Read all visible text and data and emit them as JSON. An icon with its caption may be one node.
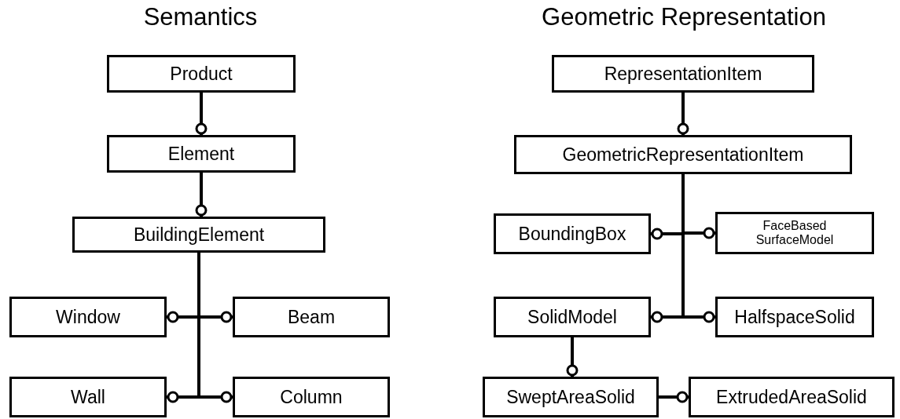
{
  "diagram": {
    "nodes": [
      {
        "text": [
          "Semantics"
        ]
      },
      {
        "text": [
          "Product"
        ]
      },
      {
        "text": [
          "Element"
        ]
      },
      {
        "text": [
          "BuildingElement"
        ]
      },
      {
        "text": [
          "Window"
        ]
      },
      {
        "text": [
          "Beam"
        ]
      },
      {
        "text": [
          "Wall"
        ]
      },
      {
        "text": [
          "Column"
        ]
      },
      {
        "text": [
          "Geometric Representation"
        ]
      },
      {
        "text": [
          "RepresentationItem"
        ]
      },
      {
        "text": [
          "GeometricRepresentationItem"
        ]
      },
      {
        "text": [
          "BoundingBox"
        ]
      },
      {
        "text": [
          "FaceBased SurfaceModel"
        ]
      },
      {
        "text": [
          "SolidModel"
        ]
      },
      {
        "text": [
          "HalfspaceSolid"
        ]
      },
      {
        "text": [
          "SweptAreaSolid"
        ]
      },
      {
        "text": [
          "ExtrudedAreaSolid"
        ]
      }
    ],
    "edges": [
      {
        "from": 1,
        "to": 2,
        "arrow": "other"
      },
      {
        "from": 2,
        "to": 3,
        "arrow": "other"
      },
      {
        "from": 3,
        "to": 4,
        "arrow": "other"
      },
      {
        "from": 3,
        "to": 5,
        "arrow": "other"
      },
      {
        "from": 3,
        "to": 6,
        "arrow": "other"
      },
      {
        "from": 3,
        "to": 7,
        "arrow": "other"
      },
      {
        "from": 9,
        "to": 10,
        "arrow": "other"
      },
      {
        "from": 10,
        "to": 11,
        "arrow": "other"
      },
      {
        "from": 10,
        "to": 12,
        "arrow": "other"
      },
      {
        "from": 10,
        "to": 13,
        "arrow": "other"
      },
      {
        "from": 10,
        "to": 14,
        "arrow": "other"
      },
      {
        "from": 13,
        "to": 15,
        "arrow": "other"
      },
      {
        "from": 15,
        "to": 16,
        "arrow": "other"
      }
    ]
  }
}
